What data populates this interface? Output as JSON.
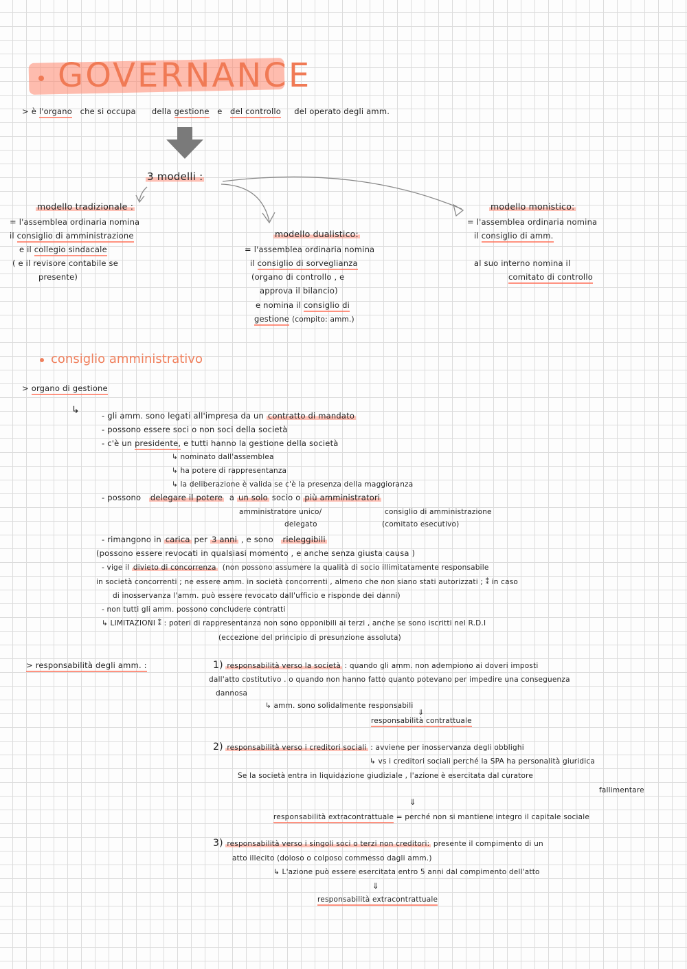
{
  "title": "GOVERNANCE",
  "intro": {
    "p1": "> è ",
    "organo": "l'organo",
    "p2": "che si occupa",
    "p3": "della",
    "gestione": "gestione",
    "p4": "e",
    "controllo": "del controllo",
    "p5": "del operato degli amm."
  },
  "models_heading": "3 modelli :",
  "tradizionale": {
    "title": "modello tradizionale :",
    "l1": "= l'assemblea ordinaria nomina",
    "l2a": "il",
    "l2b": "consiglio di amministrazione",
    "l3a": "e il",
    "l3b": "collegio sindacale",
    "l4": "( e il revisore contabile se",
    "l5": "presente)"
  },
  "dualistico": {
    "title": "modello dualistico:",
    "l1": "= l'assemblea ordinaria nomina",
    "l2a": "il",
    "l2b": "consiglio di sorveglianza",
    "l3": "(organo di controllo , e",
    "l4": "approva il bilancio)",
    "l5a": "e nomina il",
    "l5b": "consiglio di",
    "l6a": "gestione",
    "l6b": "(compito: amm.)"
  },
  "monistico": {
    "title": "modello monistico:",
    "l1": "= l'assemblea ordinaria nomina",
    "l2a": "il",
    "l2b": "consiglio di amm.",
    "l3": "al suo interno nomina il",
    "l4": "comitato di controllo"
  },
  "cda": {
    "title": "consiglio amministrativo",
    "organo": "organo di gestione",
    "arrow": "↳",
    "b1a": "- gli amm. sono legati all'impresa da un",
    "b1b": "contratto di mandato",
    "b2": "- possono essere soci o non soci della società",
    "b3a": "- c'è un",
    "b3b": "presidente,",
    "b3c": "e tutti hanno la gestione della società",
    "s1": "↳ nominato dall'assemblea",
    "s2": "↳ ha potere di rappresentanza",
    "s3": "↳ la deliberazione è valida se c'è la presenza della maggioranza",
    "b4a": "- possono",
    "b4b": "delegare il potere",
    "b4c": "a",
    "b4d": "un solo",
    "b4e": "socio o",
    "b4f": "più amministratori",
    "b4g": "amministratore unico/",
    "b4h": "delegato",
    "b4i": "consiglio di amministrazione",
    "b4j": "(comitato esecutivo)",
    "b5a": "- rimangono in",
    "b5b": "carica",
    "b5c": "per",
    "b5d": "3 anni",
    "b5e": ", e sono",
    "b5f": "rieleggibili",
    "b6": "(possono essere revocati in qualsiasi momento , e anche senza giusta causa )",
    "b7a": "- vige il",
    "b7b": "divieto di concorrenza",
    "b7c": "(non possono assumere la qualità di socio illimitatamente responsabile",
    "b8": "in società concorrenti ; ne essere amm. in società concorrenti , almeno che non siano stati autorizzati ; ⁑ in caso",
    "b9": "di inosservanza l'amm. può essere revocato dall'ufficio e risponde dei danni)",
    "b10": "- non tutti gli amm. possono concludere contratti",
    "b11a": "↳",
    "b11b": "LIMITAZIONI ⁑ :",
    "b11c": "poteri di rappresentanza non sono opponibili ai terzi , anche se sono iscritti nel R.D.I",
    "b12": "(eccezione del principio di presunzione assoluta)"
  },
  "resp": {
    "label": "> responsabilità degli amm. :",
    "r1a": "1)",
    "r1b": "responsabilità verso la società",
    "r1c": ": quando gli amm. non adempiono ai doveri imposti",
    "r1d": "dall'atto costitutivo . o quando non hanno fatto quanto potevano per impedire una conseguenza",
    "r1e": "dannosa",
    "r1f": "↳ amm. sono solidalmente responsabili",
    "r1g": "⇓",
    "r1h": "responsabilità contrattuale",
    "r2a": "2)",
    "r2b": "responsabilità verso i creditori sociali",
    "r2c": ": avviene per inosservanza degli obblighi",
    "r2d": "↳ vs i creditori sociali perché la SPA ha personalità giuridica",
    "r2e": "Se la società entra in liquidazione giudiziale , l'azione è esercitata dal curatore",
    "r2f": "fallimentare",
    "r2g": "⇓",
    "r2h": "responsabilità extracontrattuale",
    "r2i": "= perché non si mantiene integro il capitale sociale",
    "r3a": "3)",
    "r3b": "responsabilità verso i singoli soci o terzi non creditori:",
    "r3c": "presente il compimento di un",
    "r3d": "atto illecito  (doloso o colposo commesso dagli amm.)",
    "r3e": "↳ L'azione può essere esercitata entro 5 anni dal compimento dell'atto",
    "r3f": "⇓",
    "r3g": "responsabilità extracontrattuale"
  },
  "colors": {
    "accent": "#f0805d",
    "highlight": "#ff7a5e",
    "grid": "#dcdcdc",
    "arrow": "#7a7a7a"
  }
}
